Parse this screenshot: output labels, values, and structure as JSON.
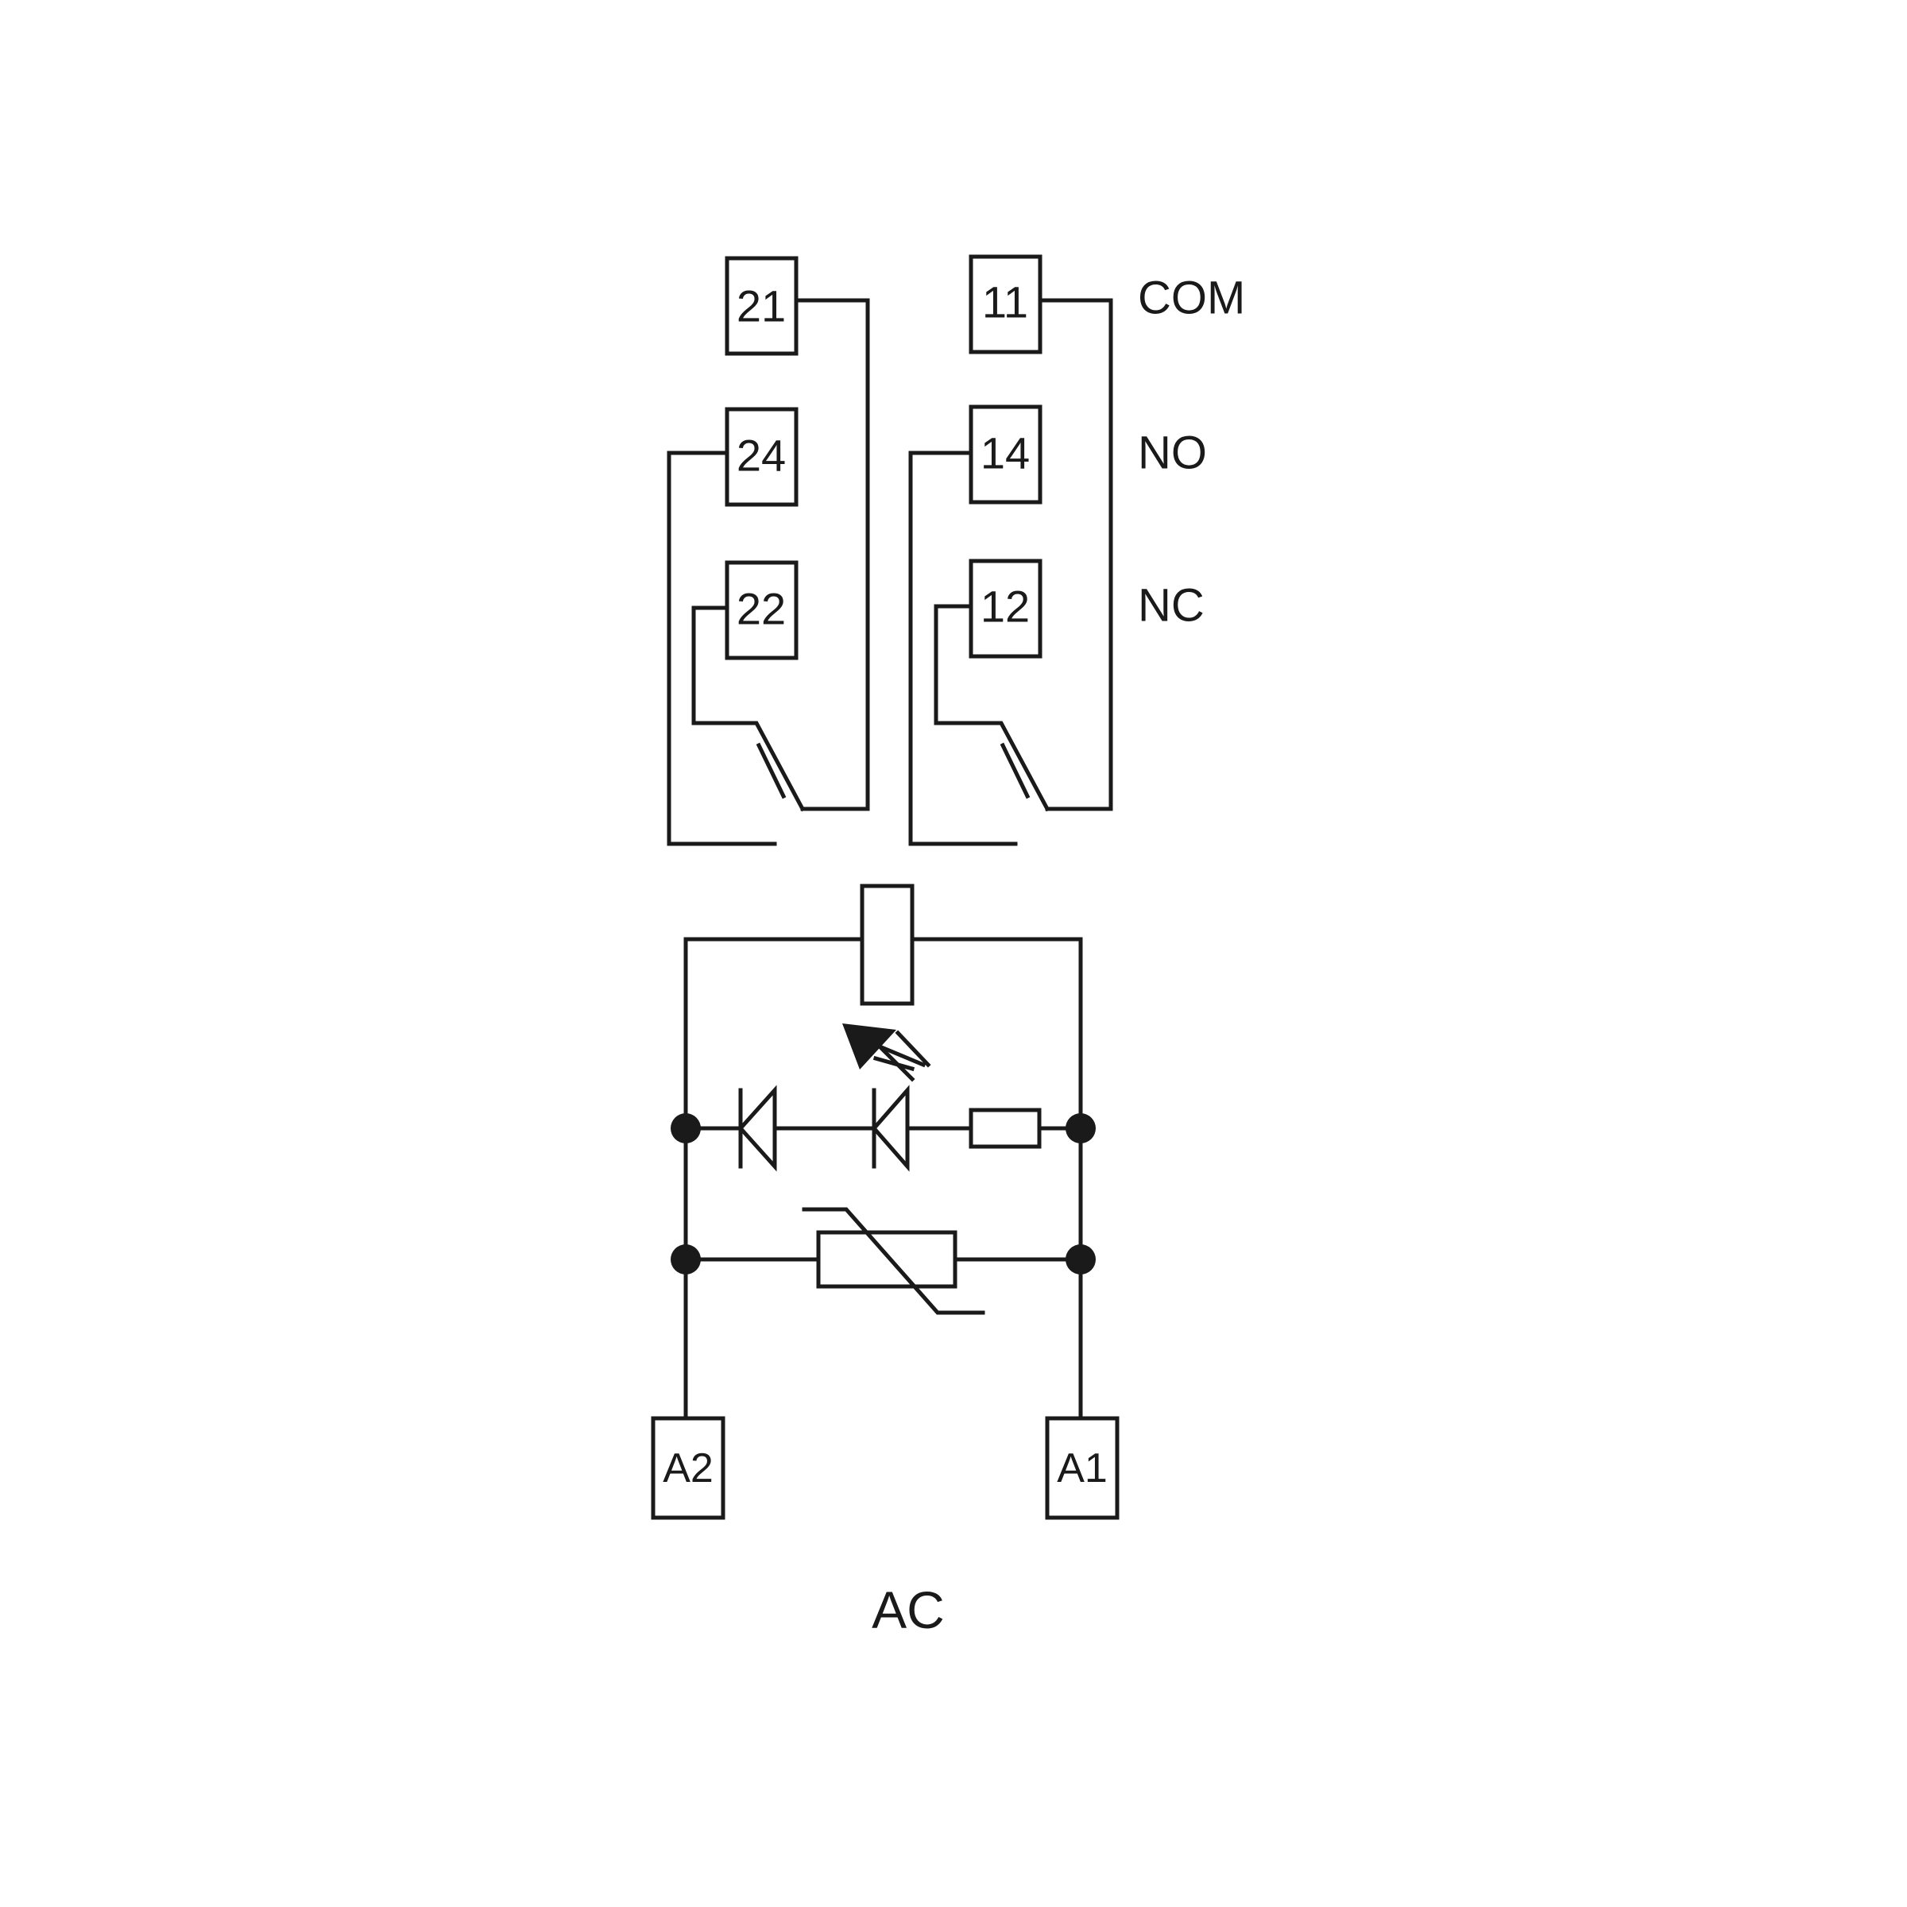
{
  "terminals": {
    "t21": "21",
    "t24": "24",
    "t22": "22",
    "t11": "11",
    "t14": "14",
    "t12": "12",
    "a2": "A2",
    "a1": "A1"
  },
  "labels": {
    "com": "COM",
    "no": "NO",
    "nc": "NC"
  },
  "caption": "AC",
  "colors": {
    "line": "#1a1a1a",
    "background": "#ffffff"
  }
}
